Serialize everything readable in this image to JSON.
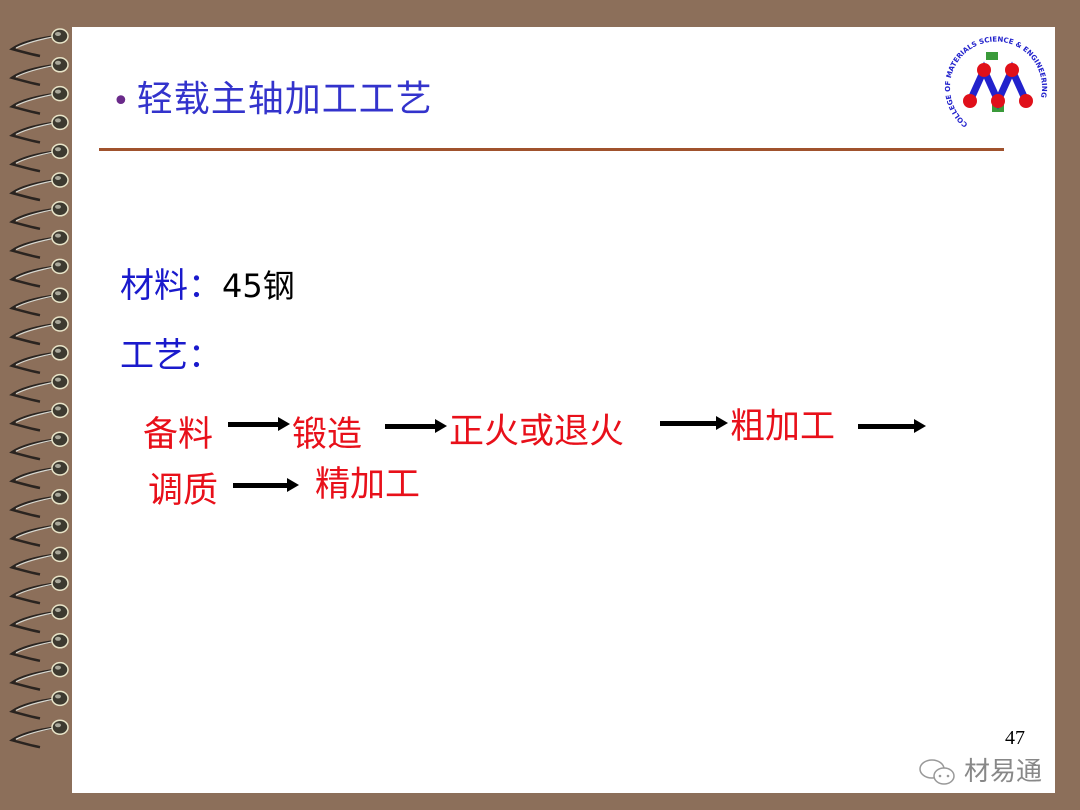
{
  "slide": {
    "title": "轻载主轴加工工艺",
    "material_label": "材料：",
    "material_value": "45钢",
    "process_label": "工艺：",
    "steps": [
      "备料",
      "锻造",
      "正火或退火",
      "粗加工",
      "调质",
      "精加工"
    ],
    "page_number": "47"
  },
  "logo": {
    "text": "COLLEGE OF MATERIALS SCIENCE & ENGINEERING"
  },
  "watermark": {
    "icon": "wechat-icon",
    "text": "材易通"
  },
  "colors": {
    "background": "#8c6f5a",
    "title": "#3333cc",
    "steps": "#e8101a",
    "rule": "#a0522d"
  }
}
